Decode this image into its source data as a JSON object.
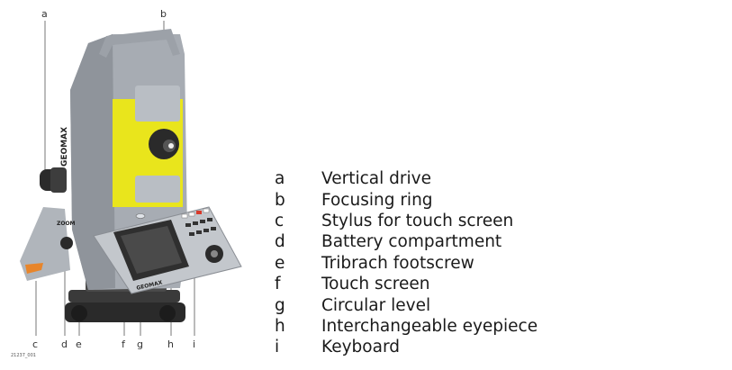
{
  "figure": {
    "id_code": "21237_001",
    "brand_logo": "GEOMAX",
    "model_tag": "ZOOM",
    "callouts": [
      "a",
      "b",
      "c",
      "d",
      "e",
      "f",
      "g",
      "h",
      "i"
    ]
  },
  "legend": {
    "items": [
      {
        "key": "a",
        "label": "Vertical drive"
      },
      {
        "key": "b",
        "label": "Focusing ring"
      },
      {
        "key": "c",
        "label": "Stylus for touch screen"
      },
      {
        "key": "d",
        "label": "Battery compartment"
      },
      {
        "key": "e",
        "label": "Tribrach footscrew"
      },
      {
        "key": "f",
        "label": "Touch screen"
      },
      {
        "key": "g",
        "label": "Circular level"
      },
      {
        "key": "h",
        "label": "Interchangeable eyepiece"
      },
      {
        "key": "i",
        "label": "Keyboard"
      }
    ]
  },
  "colors": {
    "housing": "#a7acb3",
    "accent": "#e9e51c",
    "dark": "#2a2a2a"
  }
}
